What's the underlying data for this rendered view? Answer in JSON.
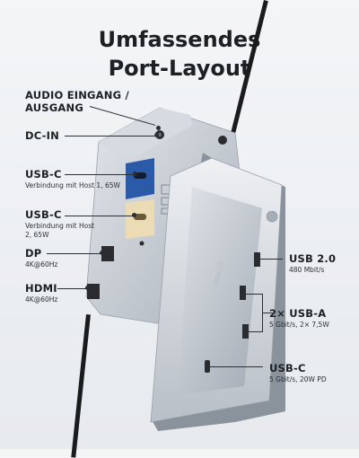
{
  "title": {
    "line1": "Umfassendes",
    "line2": "Port-Layout"
  },
  "left_ports": [
    {
      "label": "AUDIO EINGANG /",
      "label2": "AUSGANG",
      "detail": ""
    },
    {
      "label": "DC-IN",
      "detail": ""
    },
    {
      "label": "USB-C",
      "detail": "Verbindung mit Host 1, 65W"
    },
    {
      "label": "USB-C",
      "detail": "Verbindung mit Host",
      "detail2": "2, 65W"
    },
    {
      "label": "DP",
      "detail": "4K@60Hz"
    },
    {
      "label": "HDMI",
      "detail": "4K@60Hz"
    }
  ],
  "right_ports": [
    {
      "label": "USB 2.0",
      "detail": "480 Mbit/s"
    },
    {
      "label": "2× USB-A",
      "detail": "5 Gbit/s, 2× 7,5W"
    },
    {
      "label": "USB-C",
      "detail": "5 Gbit/s, 20W PD"
    }
  ],
  "device_branding": {
    "logo": "ANKER"
  },
  "colors": {
    "accent_blue": "#2b5ba8",
    "accent_beige": "#ecdcb6",
    "device_silver": "#c9ced5"
  }
}
